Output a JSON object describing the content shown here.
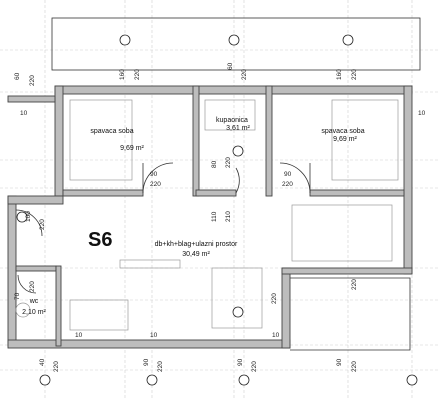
{
  "unit_label": "S6",
  "rooms": [
    {
      "name": "spavaca soba",
      "area": "9,69 m²",
      "key": "bed_left"
    },
    {
      "name": "kupaonica",
      "area": "3,61 m²",
      "key": "bath"
    },
    {
      "name": "spavaca soba",
      "area": "9,69 m²",
      "key": "bed_right"
    },
    {
      "name": "db+kh+blag+ulazni prostor",
      "area": "30,49 m²",
      "key": "living"
    },
    {
      "name": "wc",
      "area": "2,10 m²",
      "key": "wc"
    }
  ],
  "dims": {
    "d60a": "60",
    "d220a": "220",
    "d160a": "160",
    "d220b": "220",
    "d60b": "60",
    "d220c": "220",
    "d160b": "160",
    "d220d": "220",
    "d10a": "10",
    "d10b": "10",
    "d80": "80",
    "d220e": "220",
    "d90a": "90",
    "d220f": "220",
    "d90b": "90",
    "d220g": "220",
    "d110": "110",
    "d210": "210",
    "d100": "100",
    "d220h": "220",
    "d70": "70",
    "d220i": "220",
    "d220j": "220",
    "d220k": "220",
    "d10c": "10",
    "d10d": "10",
    "d10e": "10",
    "d40": "40",
    "d220l": "220",
    "d90c": "90",
    "d220m": "220",
    "d90d": "90",
    "d220n": "220",
    "d90e": "90",
    "d220o": "220"
  }
}
